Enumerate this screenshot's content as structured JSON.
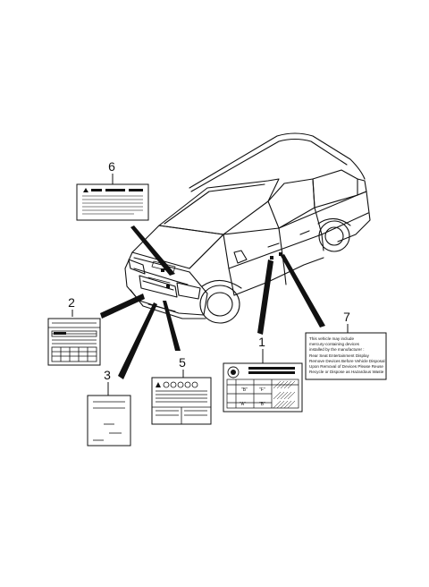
{
  "callouts": {
    "c1": "1",
    "c2": "2",
    "c3": "3",
    "c5": "5",
    "c6": "6",
    "c7": "7"
  },
  "label7_lines": [
    "This vehicle may include",
    "mercury-containing devices",
    "installed by the manufacturer :",
    "Rear Seat Entertainment Display",
    "Remove Devices Before Vehicle Disposal",
    "Upon Removal of Devices Please Reuse",
    "Recycle or Dispose as Hazardous Waste"
  ],
  "label1_cells": [
    "\"B\"",
    "\"F\"",
    "\"A\"",
    "\"B\""
  ]
}
